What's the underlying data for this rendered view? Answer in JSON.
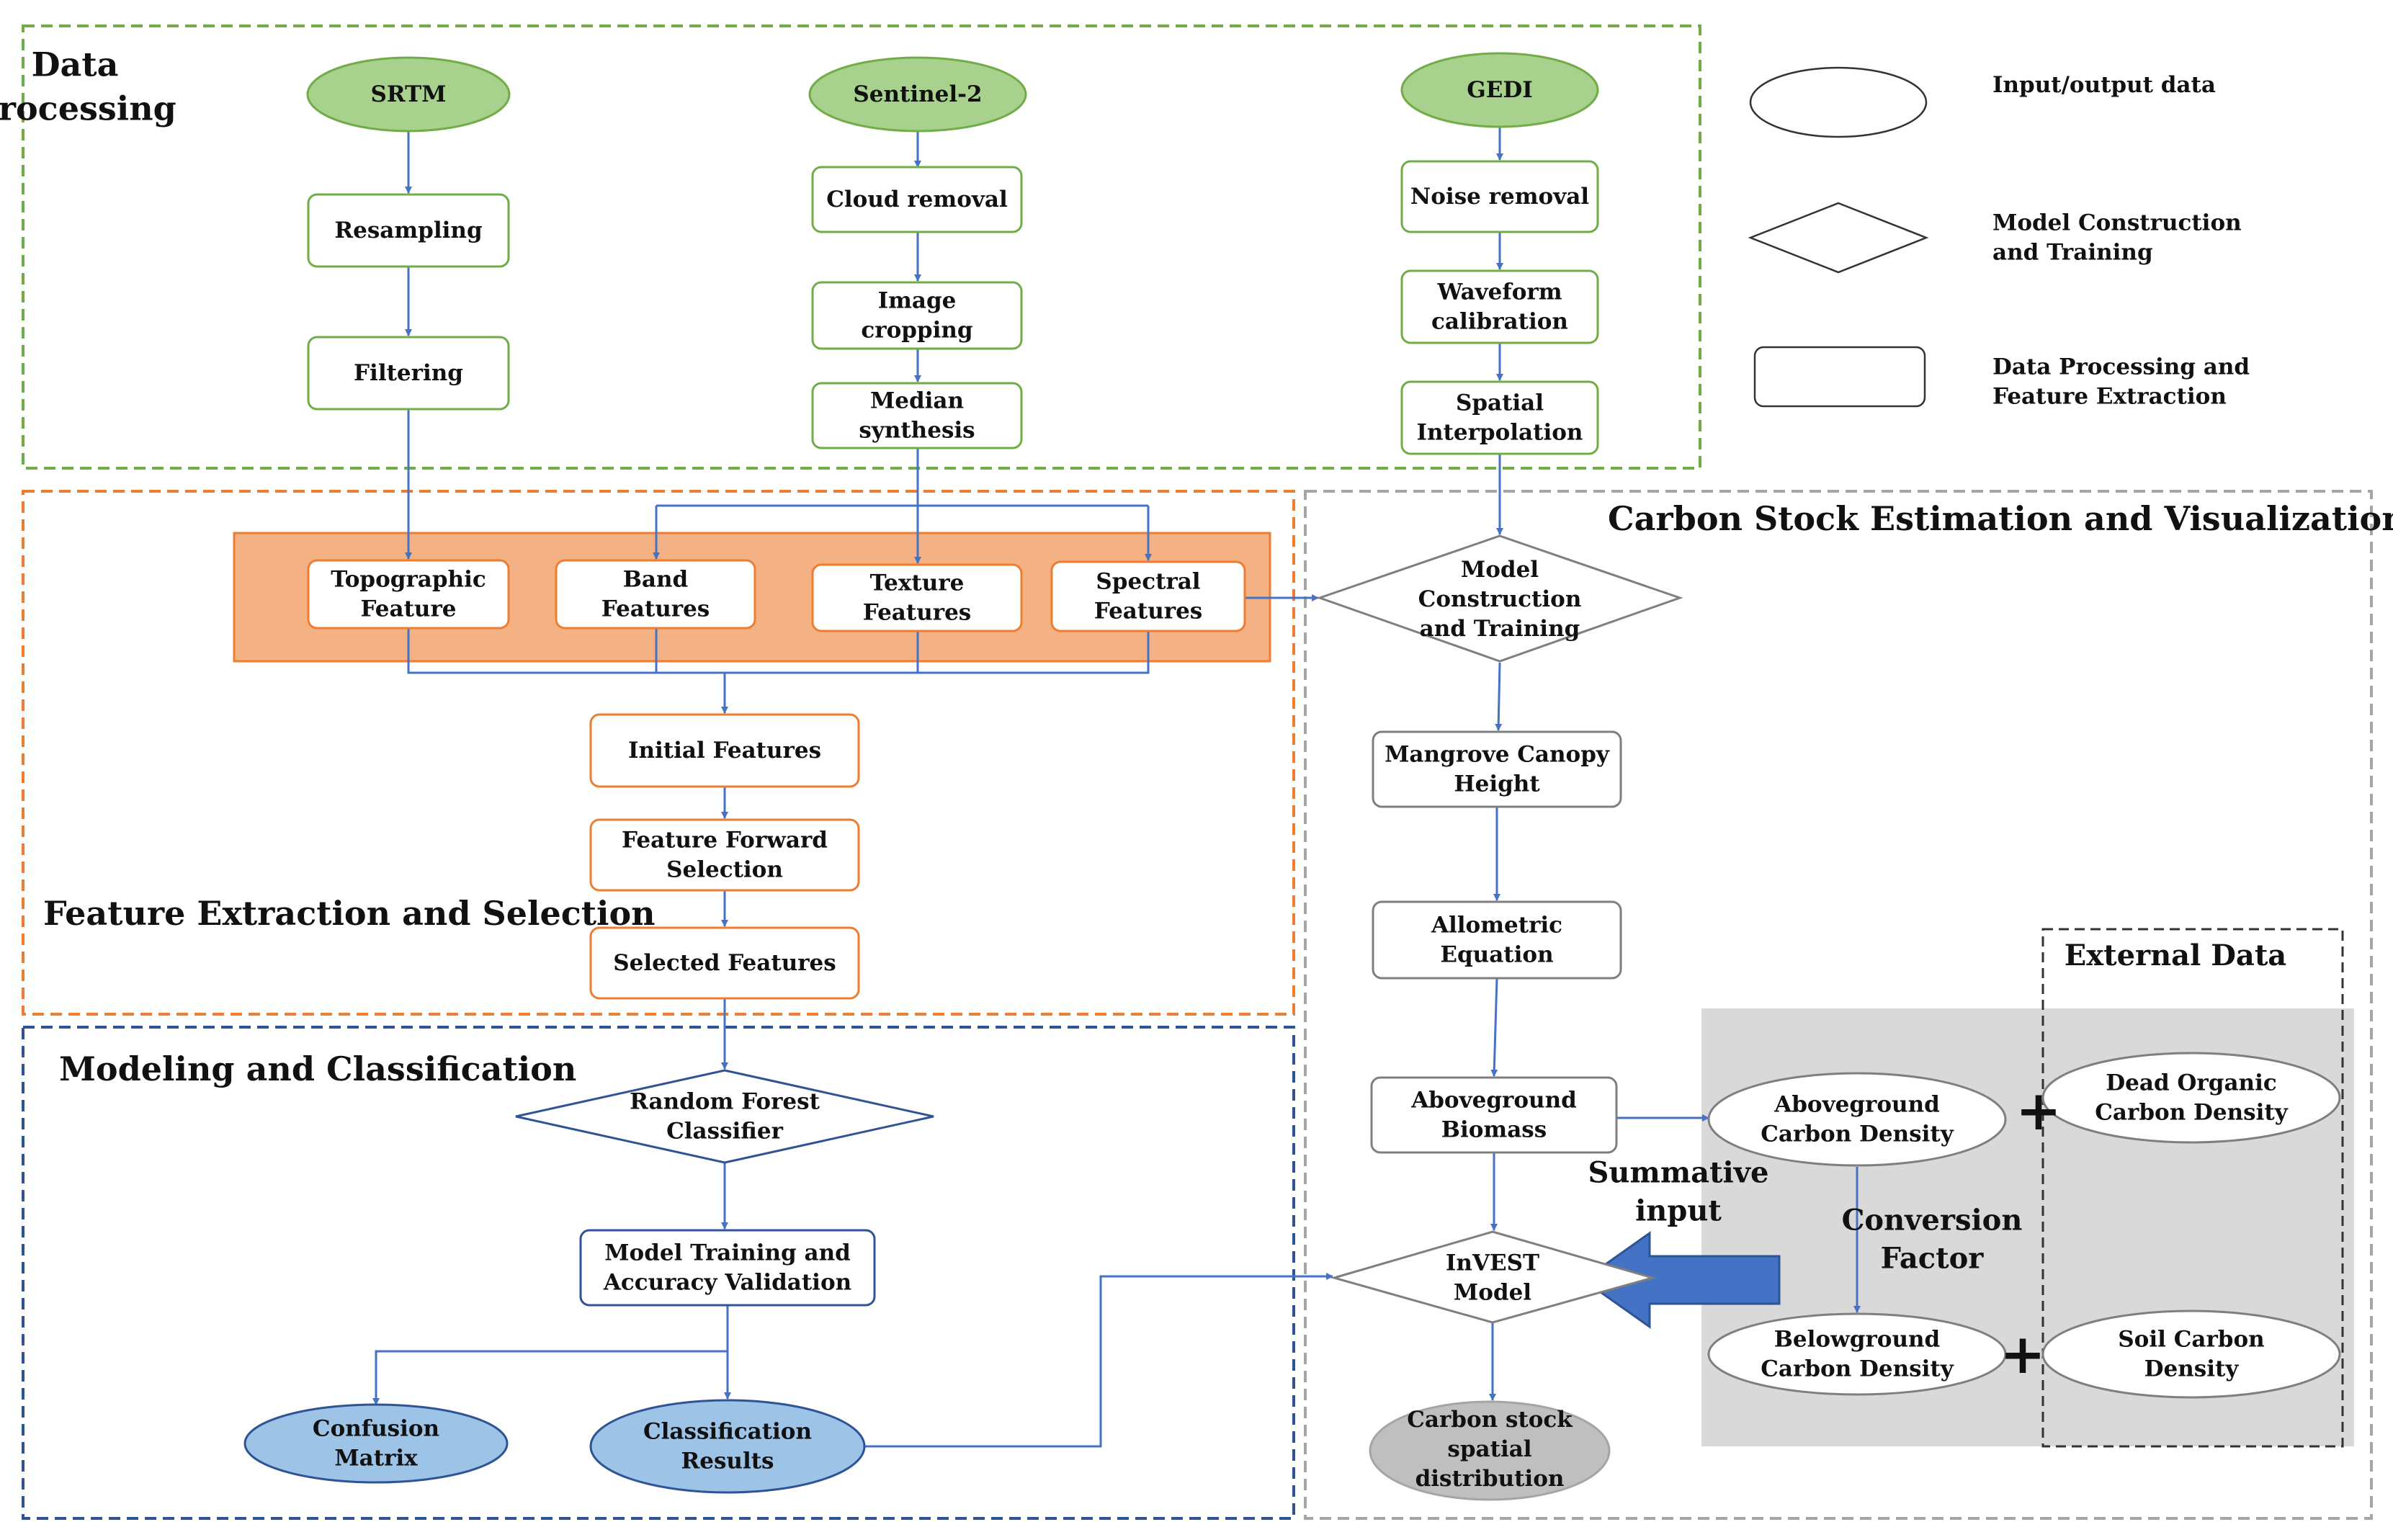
{
  "sections": {
    "data_processing": [
      "Data",
      "Processing"
    ],
    "feature_extraction": "Feature Extraction and Selection",
    "modeling": "Modeling and Classification",
    "carbon": "Carbon Stock Estimation and Visualization",
    "external": "External Data"
  },
  "sources": {
    "srtm": "SRTM",
    "sentinel": "Sentinel-2",
    "gedi": "GEDI"
  },
  "steps": {
    "resampling": [
      "Resampling"
    ],
    "filtering": [
      "Filtering"
    ],
    "cloud_removal": [
      "Cloud removal"
    ],
    "image_cropping": [
      "Image",
      "cropping"
    ],
    "median_synthesis": [
      "Median",
      "synthesis"
    ],
    "noise_removal": [
      "Noise removal"
    ],
    "waveform_calibration": [
      "Waveform",
      "calibration"
    ],
    "spatial_interpolation": [
      "Spatial",
      "Interpolation"
    ],
    "topographic": [
      "Topographic",
      "Feature"
    ],
    "band": [
      "Band",
      "Features"
    ],
    "texture": [
      "Texture",
      "Features"
    ],
    "spectral": [
      "Spectral",
      "Features"
    ],
    "initial_features": [
      "Initial Features"
    ],
    "forward_selection": [
      "Feature Forward",
      "Selection"
    ],
    "selected_features": [
      "Selected Features"
    ],
    "random_forest": [
      "Random Forest",
      "Classifier"
    ],
    "model_training": [
      "Model Training and",
      "Accuracy Validation"
    ],
    "confusion_matrix": [
      "Confusion",
      "Matrix"
    ],
    "classification_results": [
      "Classification",
      "Results"
    ],
    "model_construction": [
      "Model",
      "Construction",
      "and Training"
    ],
    "canopy_height": [
      "Mangrove Canopy",
      "Height"
    ],
    "allometric": [
      "Allometric",
      "Equation"
    ],
    "agb": [
      "Aboveground",
      "Biomass"
    ],
    "invest": [
      "InVEST",
      "Model"
    ],
    "carbon_output": [
      "Carbon stock",
      "spatial",
      "distribution"
    ],
    "agc_density": [
      "Aboveground",
      "Carbon Density"
    ],
    "bgc_density": [
      "Belowground",
      "Carbon Density"
    ],
    "dead_organic": [
      "Dead Organic",
      "Carbon Density"
    ],
    "soil_carbon": [
      "Soil Carbon",
      "Density"
    ]
  },
  "annotations": {
    "summative_input": [
      "Summative",
      "input"
    ],
    "conversion_factor": [
      "Conversion",
      "Factor"
    ],
    "plus": "+"
  },
  "legend": {
    "io": [
      "Input/output data"
    ],
    "model": [
      "Model Construction",
      "and Training"
    ],
    "processing": [
      "Data Processing and",
      "Feature Extraction"
    ]
  },
  "colors": {
    "green": "#70ad47",
    "green_fill": "#a9d18e",
    "orange": "#ed7d31",
    "orange_fill": "#f4b183",
    "navy": "#2f5496",
    "blue_fill": "#9dc3e6",
    "gray": "#a5a5a5",
    "gray_panel": "#d9d9d9",
    "gray_fill": "#bfbfbf",
    "arrow": "#4472c4"
  }
}
